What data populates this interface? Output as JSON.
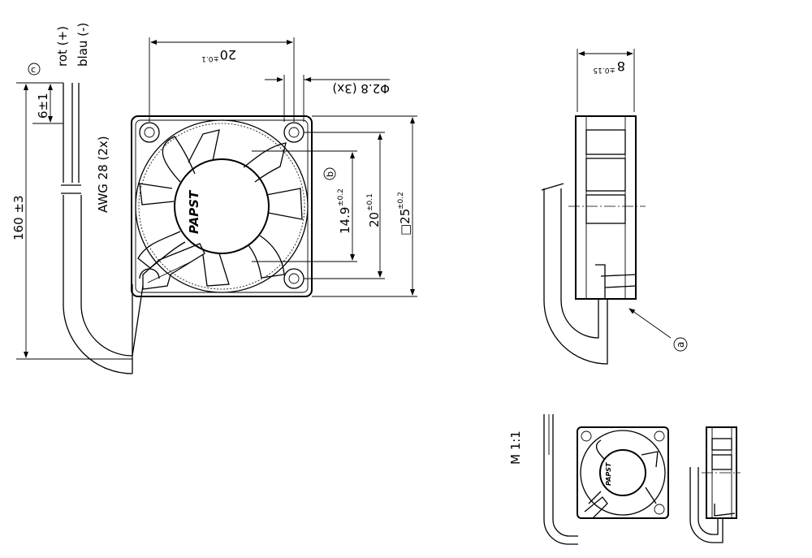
{
  "front_view": {
    "wire_plus_label": "rot (+)",
    "wire_minus_label": "blau (-)",
    "marker_c": "c",
    "strip_length": "6±1",
    "cable_length": "160 ±3",
    "awg_label": "AWG 28 (2x)",
    "dim_hole_spacing": "20",
    "dim_hole_spacing_tol": "±0.1",
    "dim_hole_dia": "Φ2.8 (3x)",
    "dim_hub": "14.9",
    "dim_hub_tol": "±0.2",
    "marker_b": "b",
    "dim_hole_spacing_v": "20",
    "dim_hole_spacing_v_tol": "±0.1",
    "dim_square": "□25",
    "dim_square_tol": "±0.2",
    "logo": "PAPST"
  },
  "side_view": {
    "dim_depth": "8",
    "dim_depth_tol": "±0.15",
    "marker_a": "a"
  },
  "thumbnail": {
    "scale_label": "M 1:1",
    "logo": "PAPST"
  }
}
